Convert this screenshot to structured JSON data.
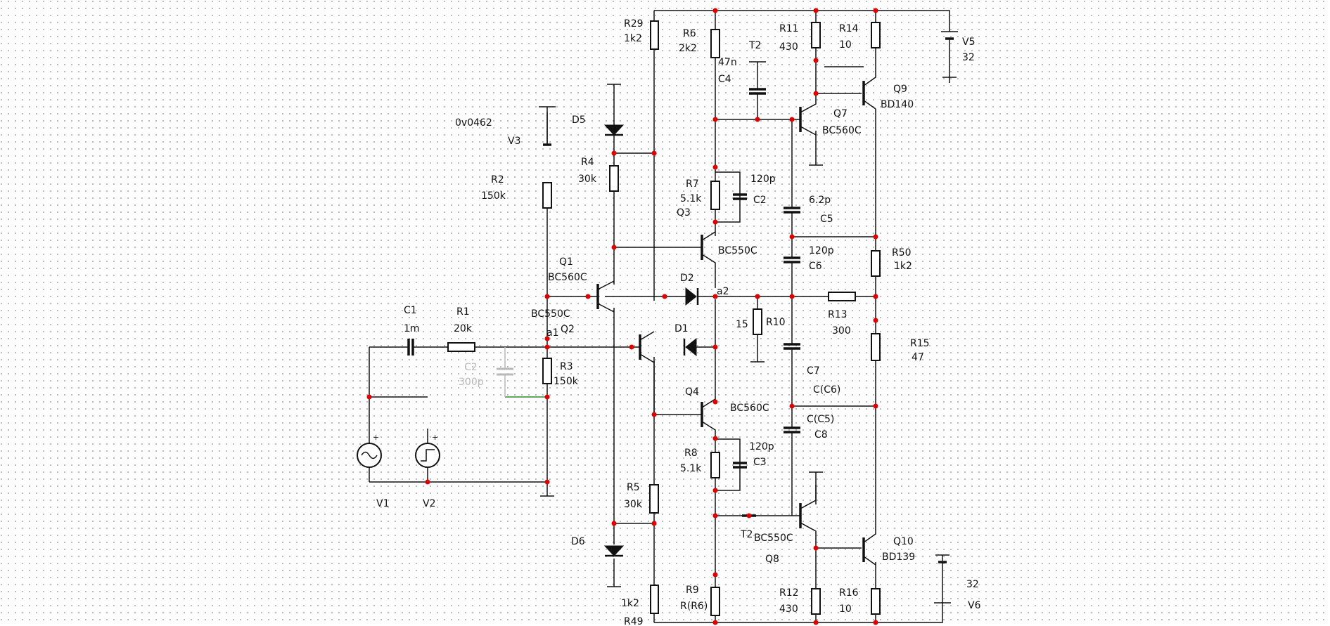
{
  "colors": {
    "background": "#ffffff",
    "grid_dots": "#888888",
    "wire": "#111111",
    "node": "#e00000",
    "highlight_wire": "#2e8b2e",
    "disabled_part": "#b8b8b8"
  },
  "labels": {
    "r29": "R29",
    "r29v": "1k2",
    "r6": "R6",
    "r6v": "2k2",
    "t2top": "T2",
    "r11": "R11",
    "r11v": "430",
    "r14": "R14",
    "r14v": "10",
    "v5": "V5",
    "v5v": "32",
    "q9": "Q9",
    "q9t": "BD140",
    "c4v": "47n",
    "c4": "C4",
    "q7": "Q7",
    "q7t": "BC560C",
    "vprobe": "0v0462",
    "d5": "D5",
    "v3": "V3",
    "r4": "R4",
    "r4v": "30k",
    "r2": "R2",
    "r2v": "150k",
    "r7": "R7",
    "r7v": "5.1k",
    "c2v": "120p",
    "c2": "C2",
    "q3": "Q3",
    "q3t": "BC550C",
    "c5v": "6.2p",
    "c5": "C5",
    "c6v": "120p",
    "c6": "C6",
    "r50": "R50",
    "r50v": "1k2",
    "q1": "Q1",
    "q1t": "BC560C",
    "d2": "D2",
    "a2": "a2",
    "q2t": "BC550C",
    "q2": "Q2",
    "c1": "C1",
    "c1v": "1m",
    "r1": "R1",
    "r1v": "20k",
    "a1": "a1",
    "d1": "D1",
    "r10v": "15",
    "r10": "R10",
    "r13": "R13",
    "r13v": "300",
    "r15": "R15",
    "r15v": "47",
    "cg": "C2",
    "cgv": "300p",
    "r3": "R3",
    "r3v": "150k",
    "c7": "C7",
    "c7v": "C(C6)",
    "q4": "Q4",
    "q4t": "BC560C",
    "c8v": "C(C5)",
    "c8": "C8",
    "r8": "R8",
    "r8v": "5.1k",
    "c3v": "120p",
    "c3": "C3",
    "r5": "R5",
    "r5v": "30k",
    "t2bot": "T2",
    "q8t": "BC550C",
    "q8": "Q8",
    "q10": "Q10",
    "q10t": "BD139",
    "v1": "V1",
    "v2": "V2",
    "d6": "D6",
    "r9": "R9",
    "r9v": "R(R6)",
    "r12": "R12",
    "r12v": "430",
    "r16": "R16",
    "r16v": "10",
    "v6v": "32",
    "v6": "V6",
    "r49v": "1k2",
    "r49": "R49"
  }
}
